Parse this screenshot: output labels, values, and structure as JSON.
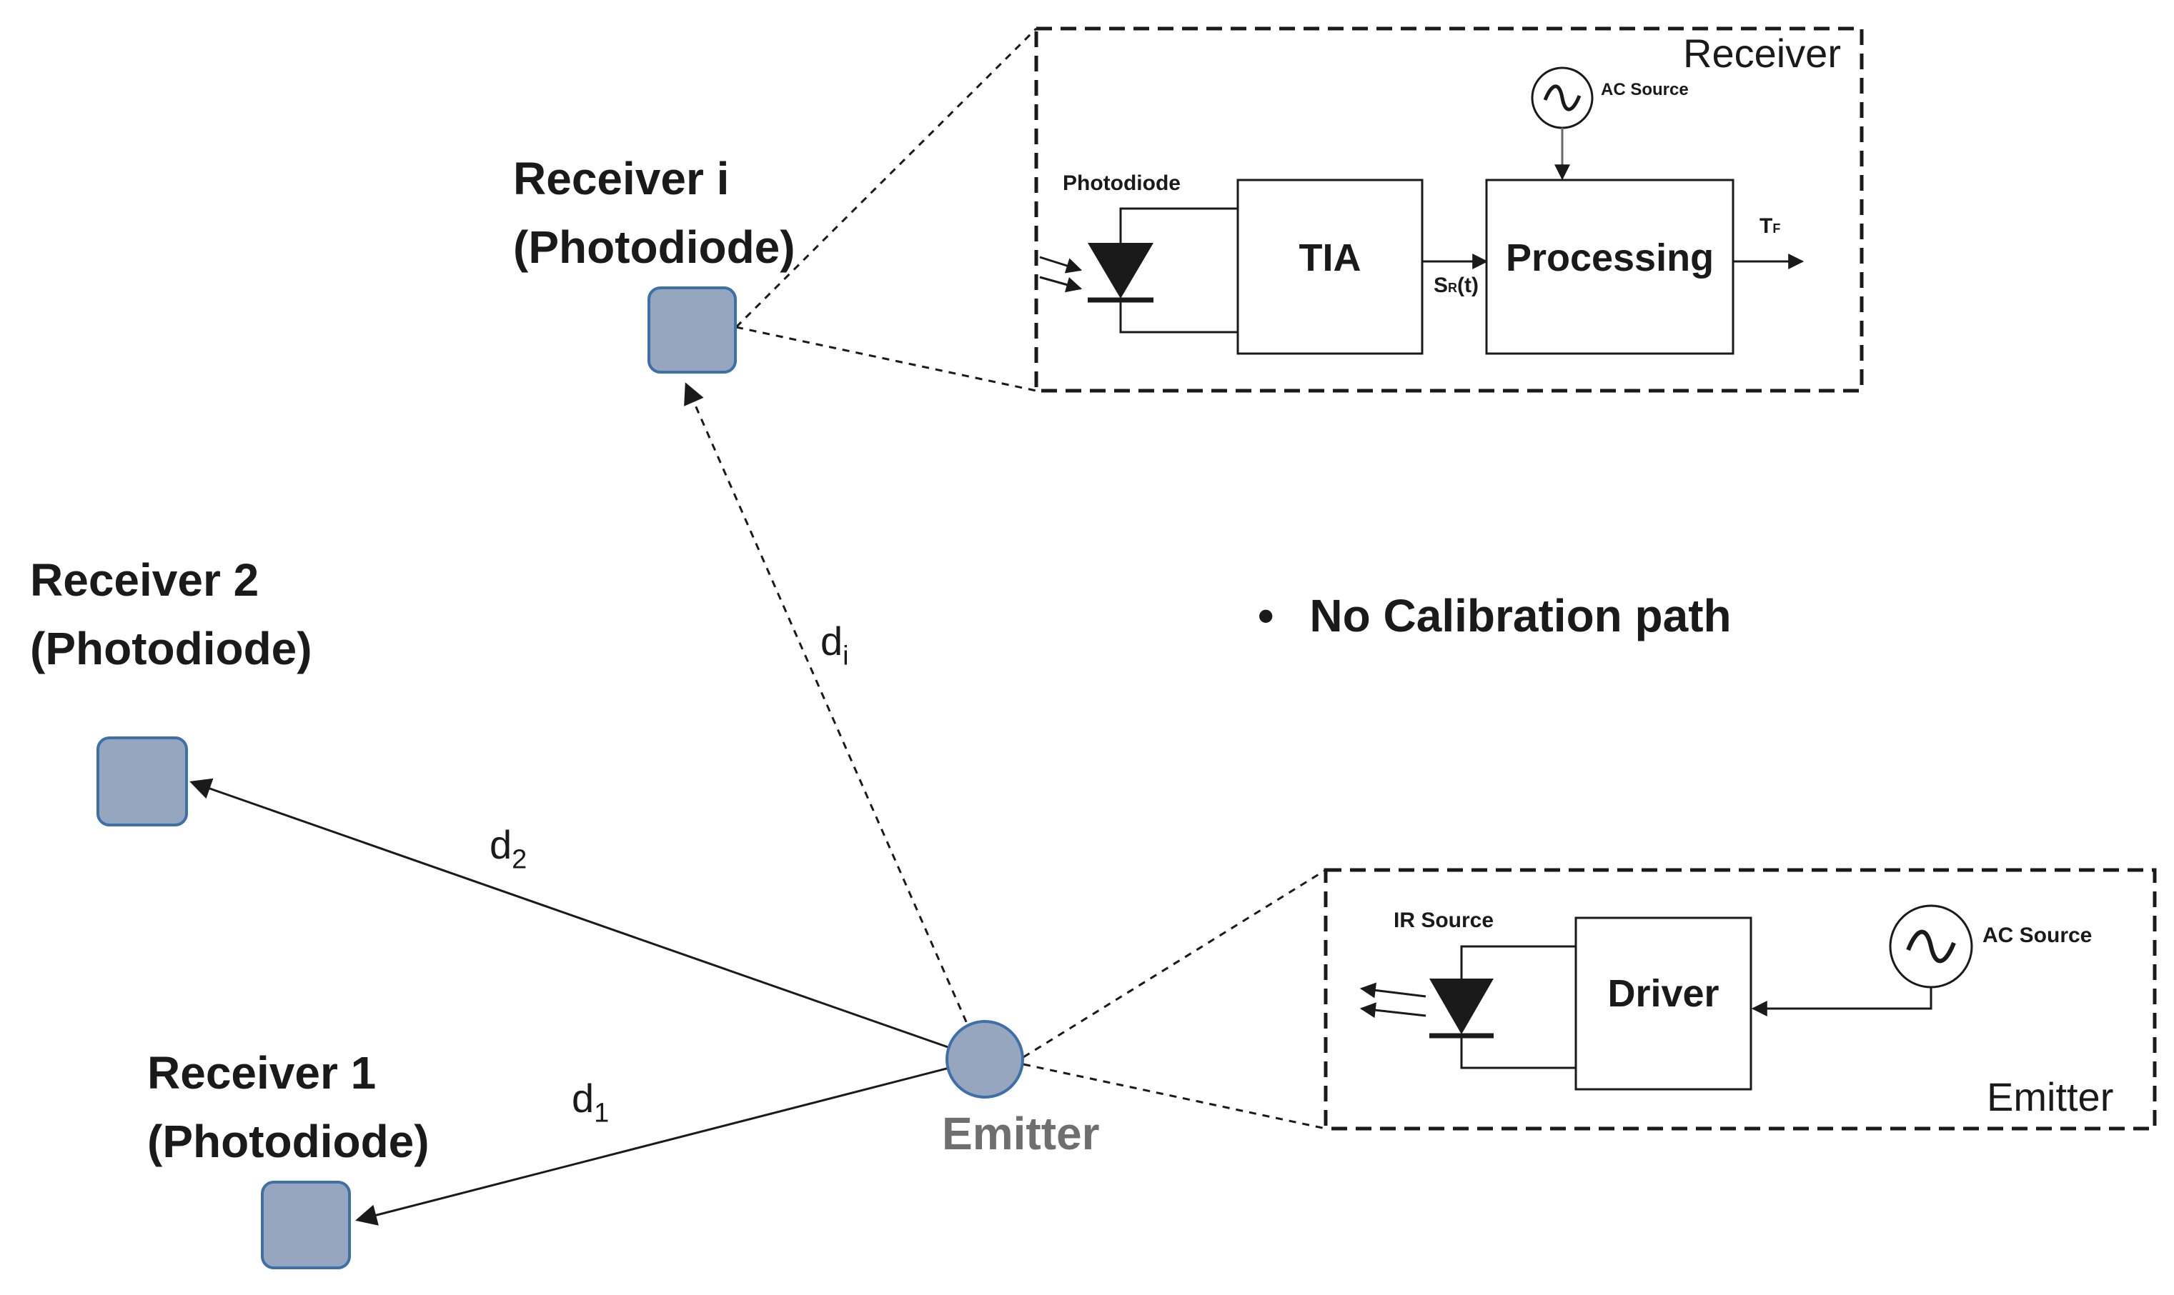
{
  "nodes": {
    "receiver_i": {
      "line1": "Receiver i",
      "line2": "(Photodiode)"
    },
    "receiver_2": {
      "line1": "Receiver 2",
      "line2": "(Photodiode)"
    },
    "receiver_1": {
      "line1": "Receiver 1",
      "line2": "(Photodiode)"
    },
    "emitter": {
      "label": "Emitter"
    }
  },
  "distances": {
    "d_i": {
      "base": "d",
      "sub": "i"
    },
    "d_2": {
      "base": "d",
      "sub": "2"
    },
    "d_1": {
      "base": "d",
      "sub": "1"
    }
  },
  "note": {
    "bullet": "•",
    "text": "No Calibration path"
  },
  "receiver_box": {
    "corner_label": "Receiver",
    "photodiode_label": "Photodiode",
    "tia_label": "TIA",
    "processing_label": "Processing",
    "ac_source_label": "AC Source",
    "signal": {
      "base": "S",
      "sub": "R",
      "suffix": "(t)"
    },
    "output": {
      "base": "T",
      "sub": "F"
    }
  },
  "emitter_box": {
    "corner_label": "Emitter",
    "ir_source_label": "IR Source",
    "driver_label": "Driver",
    "ac_source_label": "AC Source"
  },
  "colors": {
    "node_fill": "#97a6bf",
    "node_stroke": "#3d6fa8",
    "line": "#1a1a1a",
    "emitter_text": "#6f6f6f"
  }
}
